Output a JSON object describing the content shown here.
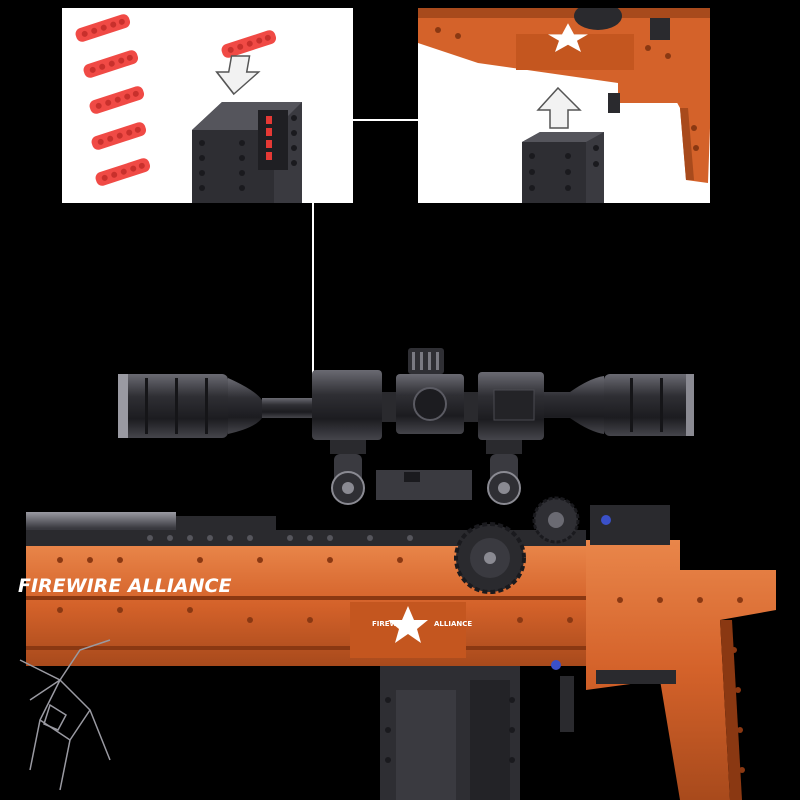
{
  "image": {
    "description_tags": [
      "toy-brick-rifle",
      "scope",
      "magazine-assembly"
    ],
    "colors": {
      "background": "#000000",
      "panel": "#ffffff",
      "body_orange": "#d4622a",
      "body_orange_dark": "#a84a1c",
      "body_orange_light": "#e9864a",
      "scope_dark": "#2a2a2e",
      "scope_mid": "#4a4a50",
      "scope_light": "#8a8a92",
      "brick_red": "#f04a45",
      "arrow_fill": "#f2f2f2",
      "arrow_stroke": "#555555"
    }
  },
  "decals": {
    "side_text": "FIREWIRE ALLIANCE",
    "emblem_left": "FIREWIRE",
    "emblem_right": "ALLIANCE"
  },
  "detail_panels": {
    "left": {
      "red_brick_count": 5,
      "magazine_inserted_bricks": 4
    },
    "right": {
      "part": "magazine-insertion"
    }
  }
}
